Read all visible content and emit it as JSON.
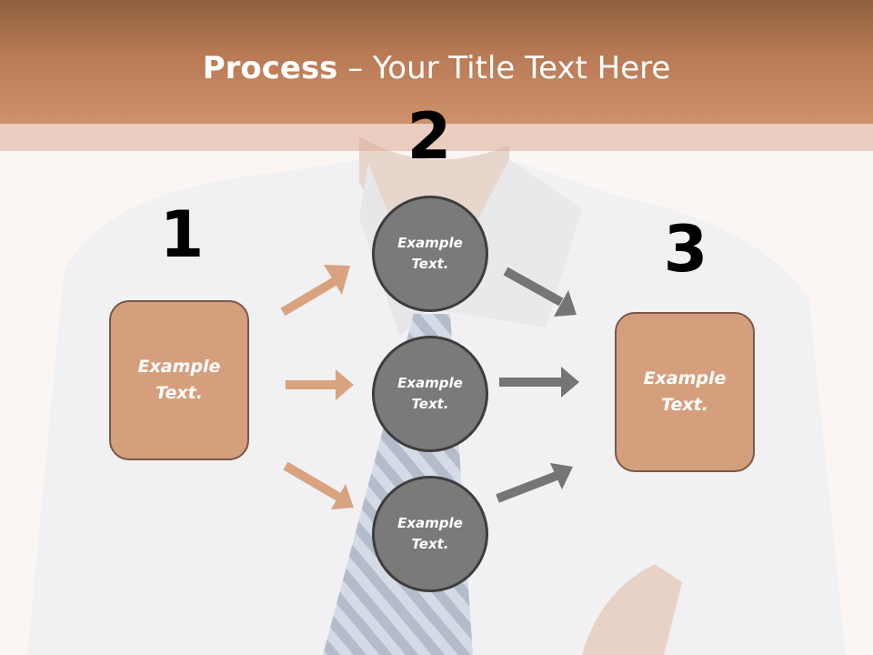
{
  "title": {
    "bold": "Process",
    "rest": " – Your Title Text Here"
  },
  "steps": [
    {
      "number": "1",
      "text": "Example\nText."
    },
    {
      "number": "2",
      "circles": [
        "Example\nText.",
        "Example\nText.",
        "Example\nText."
      ]
    },
    {
      "number": "3",
      "text": "Example\nText."
    }
  ],
  "colors": {
    "accent": "#c98d66",
    "box_fill": "#d59f7d",
    "circle_fill": "#7a7a7a",
    "arrow_left": "#d9a380",
    "arrow_right": "#757575"
  }
}
